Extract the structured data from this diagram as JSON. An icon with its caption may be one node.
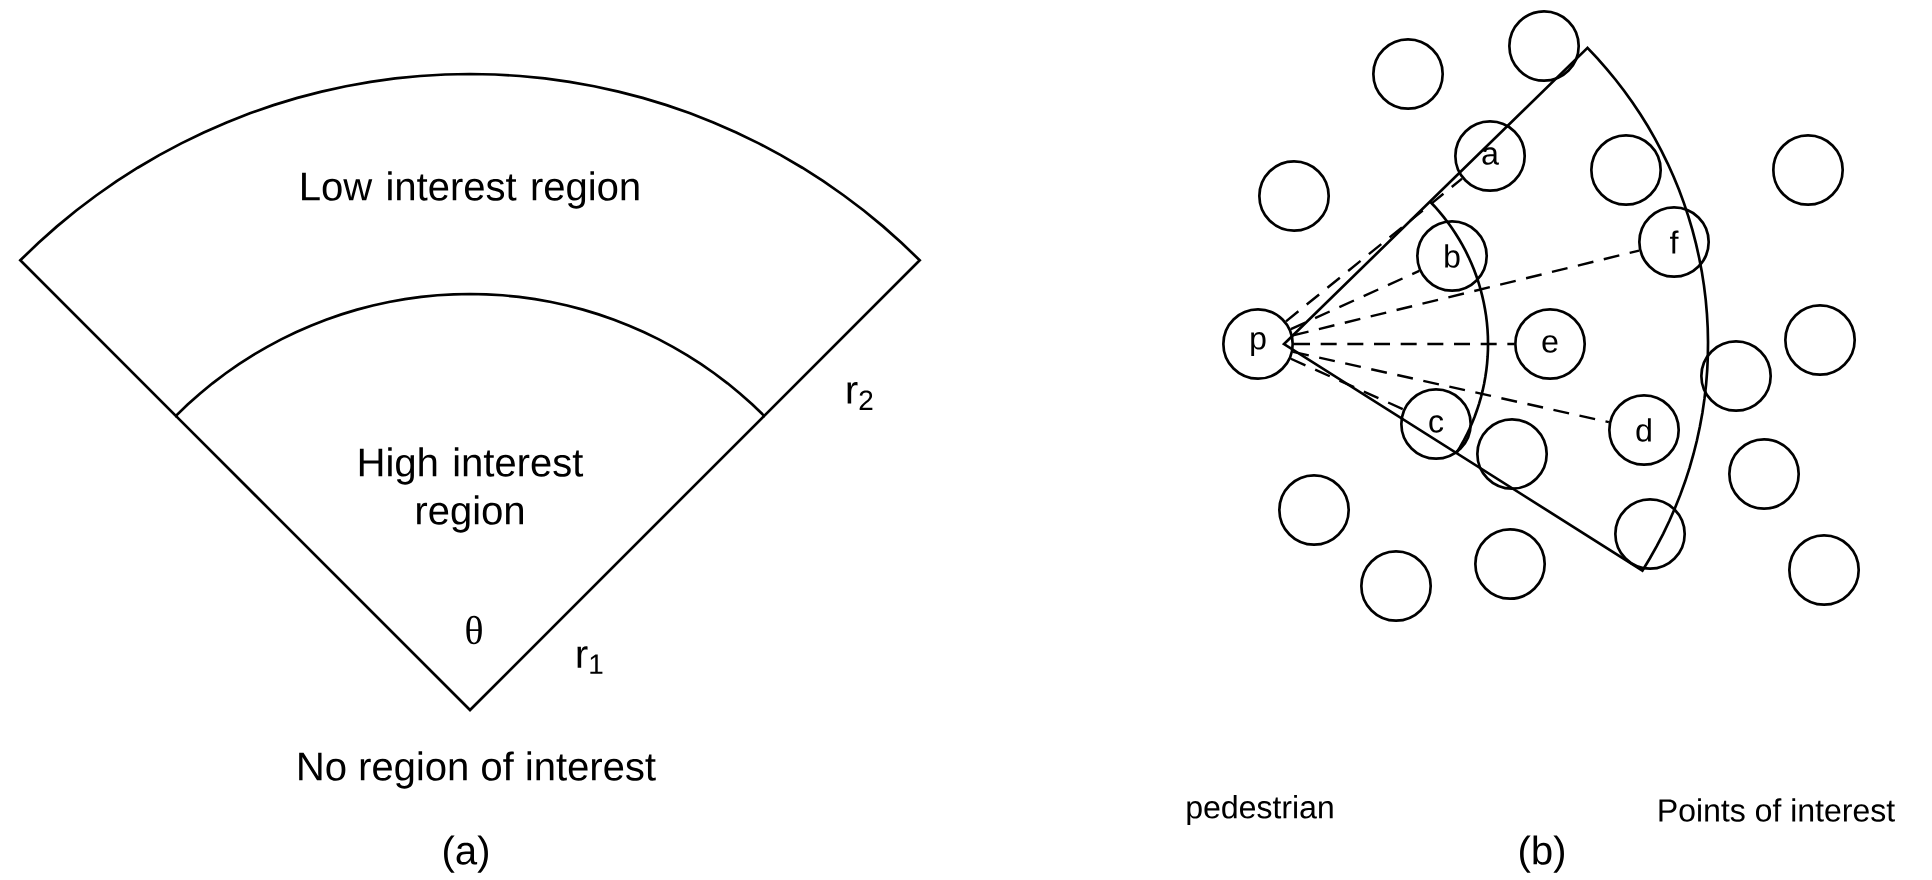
{
  "diagram": {
    "nodes": [
      {
        "text": [
          "Low interest region"
        ]
      },
      {
        "text": [
          "High interest region"
        ]
      },
      {
        "text": [
          "p"
        ]
      },
      {
        "text": [
          "a"
        ]
      },
      {
        "text": [
          "f"
        ]
      },
      {
        "text": [
          "b"
        ]
      },
      {
        "text": [
          "e"
        ]
      },
      {
        "text": [
          "c"
        ]
      },
      {
        "text": [
          "d"
        ]
      },
      {
        "text": [],
        "shape": "circle"
      },
      {
        "text": [],
        "shape": "circle"
      },
      {
        "text": [],
        "shape": "circle"
      },
      {
        "text": [],
        "shape": "circle"
      },
      {
        "text": [],
        "shape": "circle"
      },
      {
        "text": [],
        "shape": "circle"
      },
      {
        "text": [],
        "shape": "circle"
      },
      {
        "text": [],
        "shape": "circle"
      },
      {
        "text": [],
        "shape": "circle"
      },
      {
        "text": [],
        "shape": "circle"
      },
      {
        "text": [],
        "shape": "circle"
      },
      {
        "text": [],
        "shape": "circle"
      },
      {
        "text": [],
        "shape": "circle"
      },
      {
        "text": [],
        "shape": "circle"
      }
    ],
    "edges": [
      {
        "from": 2,
        "to": 3,
        "arrow": "none",
        "style": "dashed"
      },
      {
        "from": 2,
        "to": 5,
        "arrow": "none",
        "style": "dashed"
      },
      {
        "from": 2,
        "to": 4,
        "arrow": "none",
        "style": "dashed"
      },
      {
        "from": 2,
        "to": 6,
        "arrow": "none",
        "style": "dashed"
      },
      {
        "from": 2,
        "to": 7,
        "arrow": "none",
        "style": "dashed"
      },
      {
        "from": 2,
        "to": 8,
        "arrow": "none",
        "style": "dashed"
      }
    ],
    "labels": [
      "r$_{2}$",
      "θ",
      "r$_{1}$",
      "No region of interest",
      "(a)",
      "pedestrian",
      "Points of interest",
      "(b)"
    ]
  }
}
